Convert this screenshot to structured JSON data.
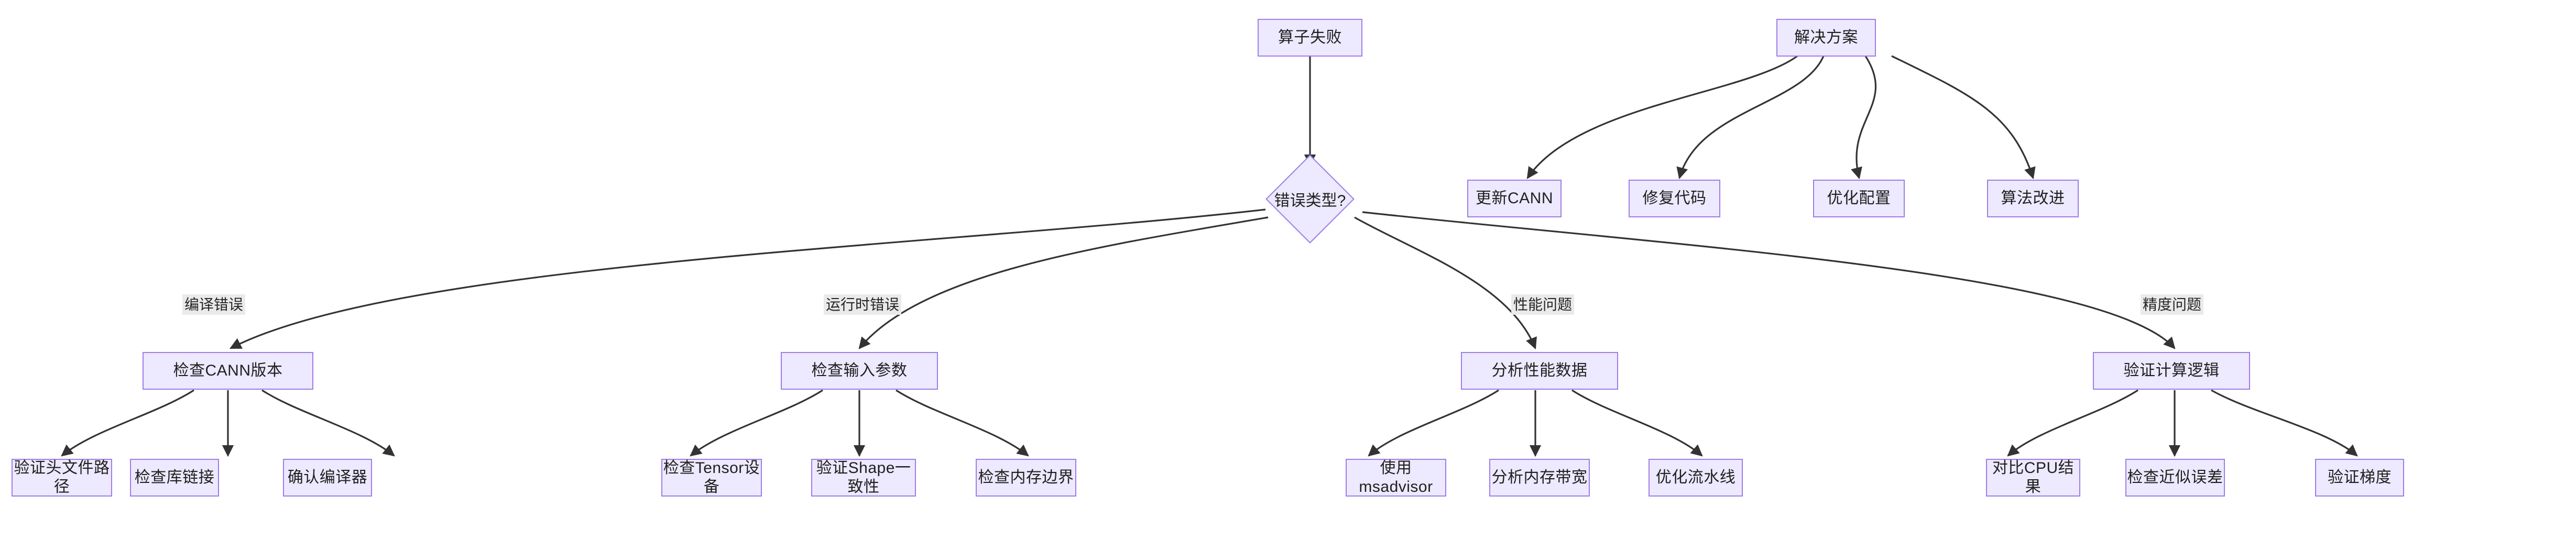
{
  "diagram": {
    "type": "flowchart",
    "direction": "top-down",
    "theme": {
      "node_fill": "#EDE9FE",
      "node_stroke": "#9D7DE8",
      "edge_stroke": "#333333",
      "edge_label_bg": "#EAEAEA",
      "text_color": "#1f1f1f",
      "background": "#FFFFFF"
    },
    "nodes": {
      "root": {
        "label": "算子失败",
        "shape": "rect"
      },
      "decision": {
        "label": "错误类型?",
        "shape": "diamond"
      },
      "solution": {
        "label": "解决方案",
        "shape": "rect"
      },
      "solution_children": [
        {
          "label": "更新CANN"
        },
        {
          "label": "修复代码"
        },
        {
          "label": "优化配置"
        },
        {
          "label": "算法改进"
        }
      ],
      "branches": [
        {
          "edge_label": "编译错误",
          "category": "检查CANN版本",
          "leaves": [
            "验证头文件路径",
            "检查库链接",
            "确认编译器"
          ]
        },
        {
          "edge_label": "运行时错误",
          "category": "检查输入参数",
          "leaves": [
            "检查Tensor设备",
            "验证Shape一致性",
            "检查内存边界"
          ]
        },
        {
          "edge_label": "性能问题",
          "category": "分析性能数据",
          "leaves": [
            "使用msadvisor",
            "分析内存带宽",
            "优化流水线"
          ]
        },
        {
          "edge_label": "精度问题",
          "category": "验证计算逻辑",
          "leaves": [
            "对比CPU结果",
            "检查近似误差",
            "验证梯度"
          ]
        }
      ]
    }
  }
}
